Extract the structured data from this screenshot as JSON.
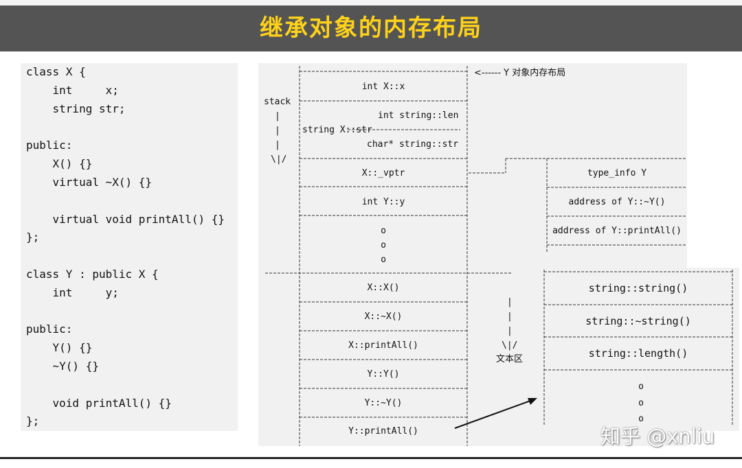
{
  "title": "继承对象的内存布局",
  "code_lines": [
    "class X {",
    "    int     x;",
    "    string str;",
    "",
    "public:",
    "    X() {}",
    "    virtual ~X() {}",
    "",
    "    virtual void printAll() {}",
    "};",
    "",
    "class Y : public X {",
    "    int     y;",
    "",
    "public:",
    "    Y() {}",
    "    ~Y() {}",
    "",
    "    void printAll() {}",
    "};"
  ],
  "diagram": {
    "layout_label": "<------ Y 对象内存布局",
    "stack_label": "stack",
    "stack_arrow_bars": [
      "|",
      "|",
      "|"
    ],
    "stack_arrow_head": "\\|/",
    "object_cells": [
      "int X::x",
      "int string::len",
      "string X::str",
      "char* string::str",
      "X::_vptr",
      "int Y::y",
      "o",
      "o",
      "o"
    ],
    "text_cells": [
      "X::X()",
      "X::~X()",
      "X::printAll()",
      "Y::Y()",
      "Y::~Y()",
      "Y::printAll()"
    ],
    "vtable_cells": [
      "type_info Y",
      "address of Y::~Y()",
      "address of Y::printAll()"
    ],
    "string_cells": [
      "string::string()",
      "string::~string()",
      "string::length()",
      "o",
      "o",
      "o"
    ],
    "text_area_bars": [
      "|",
      "|",
      "|"
    ],
    "text_area_head": "\\|/",
    "text_area_label": "文本区"
  },
  "watermark": "知乎 @xnliu"
}
